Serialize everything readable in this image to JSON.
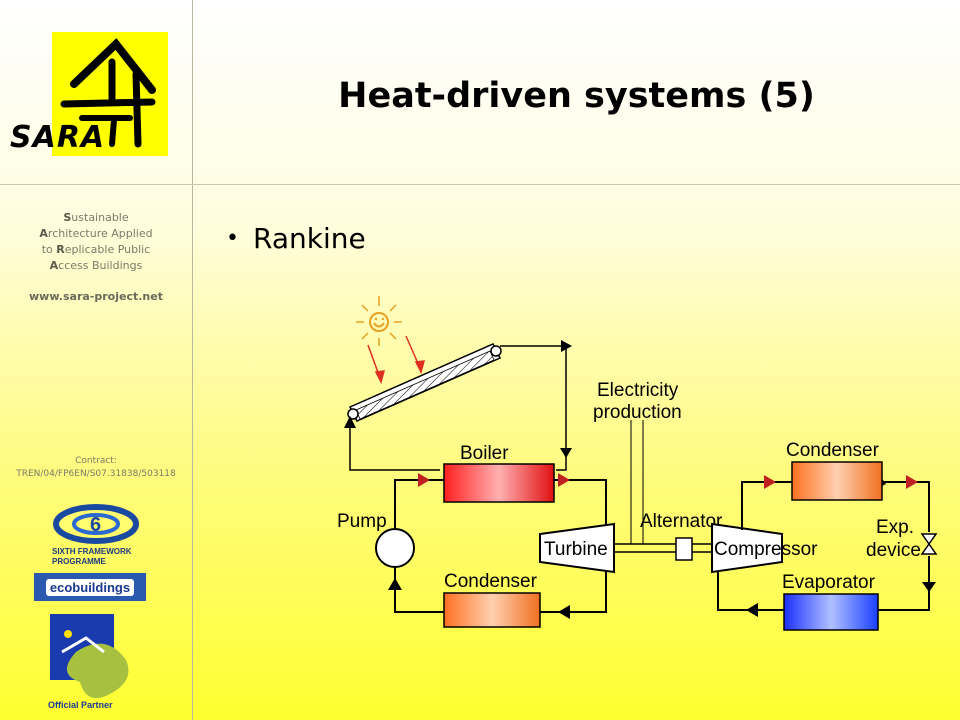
{
  "sidebar": {
    "logo_text": "SARA",
    "acronym": [
      {
        "initial": "S",
        "rest": "ustainable"
      },
      {
        "initial": "A",
        "rest": "rchitecture  Applied"
      },
      {
        "prefix": "to ",
        "initial": "R",
        "rest": "eplicable Public"
      },
      {
        "initial": "A",
        "rest": "ccess  Buildings"
      }
    ],
    "website": "www.sara-project.net",
    "contract": "Contract: TREN/04/FP6EN/S07.31838/503118",
    "logos": {
      "fp6": {
        "caption_1": "SIXTH FRAMEWORK",
        "caption_2": "PROGRAMME"
      },
      "ecobuildings": {
        "text": "ecobuildings"
      },
      "sustainable_energy": {
        "caption": "Official Partner"
      }
    }
  },
  "slide": {
    "title": "Heat-driven systems (5)",
    "bullet": "Rankine"
  },
  "diagram": {
    "labels": {
      "electricity": "Electricity",
      "production": "production",
      "boiler": "Boiler",
      "condenser_left": "Condenser",
      "pump": "Pump",
      "turbine": "Turbine",
      "alternator": "Alternator",
      "compressor": "Compressor",
      "condenser_right": "Condenser",
      "evaporator": "Evaporator",
      "exp": "Exp.",
      "device": "device"
    },
    "colors": {
      "pipe": "#000000",
      "heater": "#e02020",
      "cooler": "#e86a20",
      "evaporator": "#1a3cff",
      "sun": "#e8a020",
      "arrow_red": "#e03020"
    }
  }
}
